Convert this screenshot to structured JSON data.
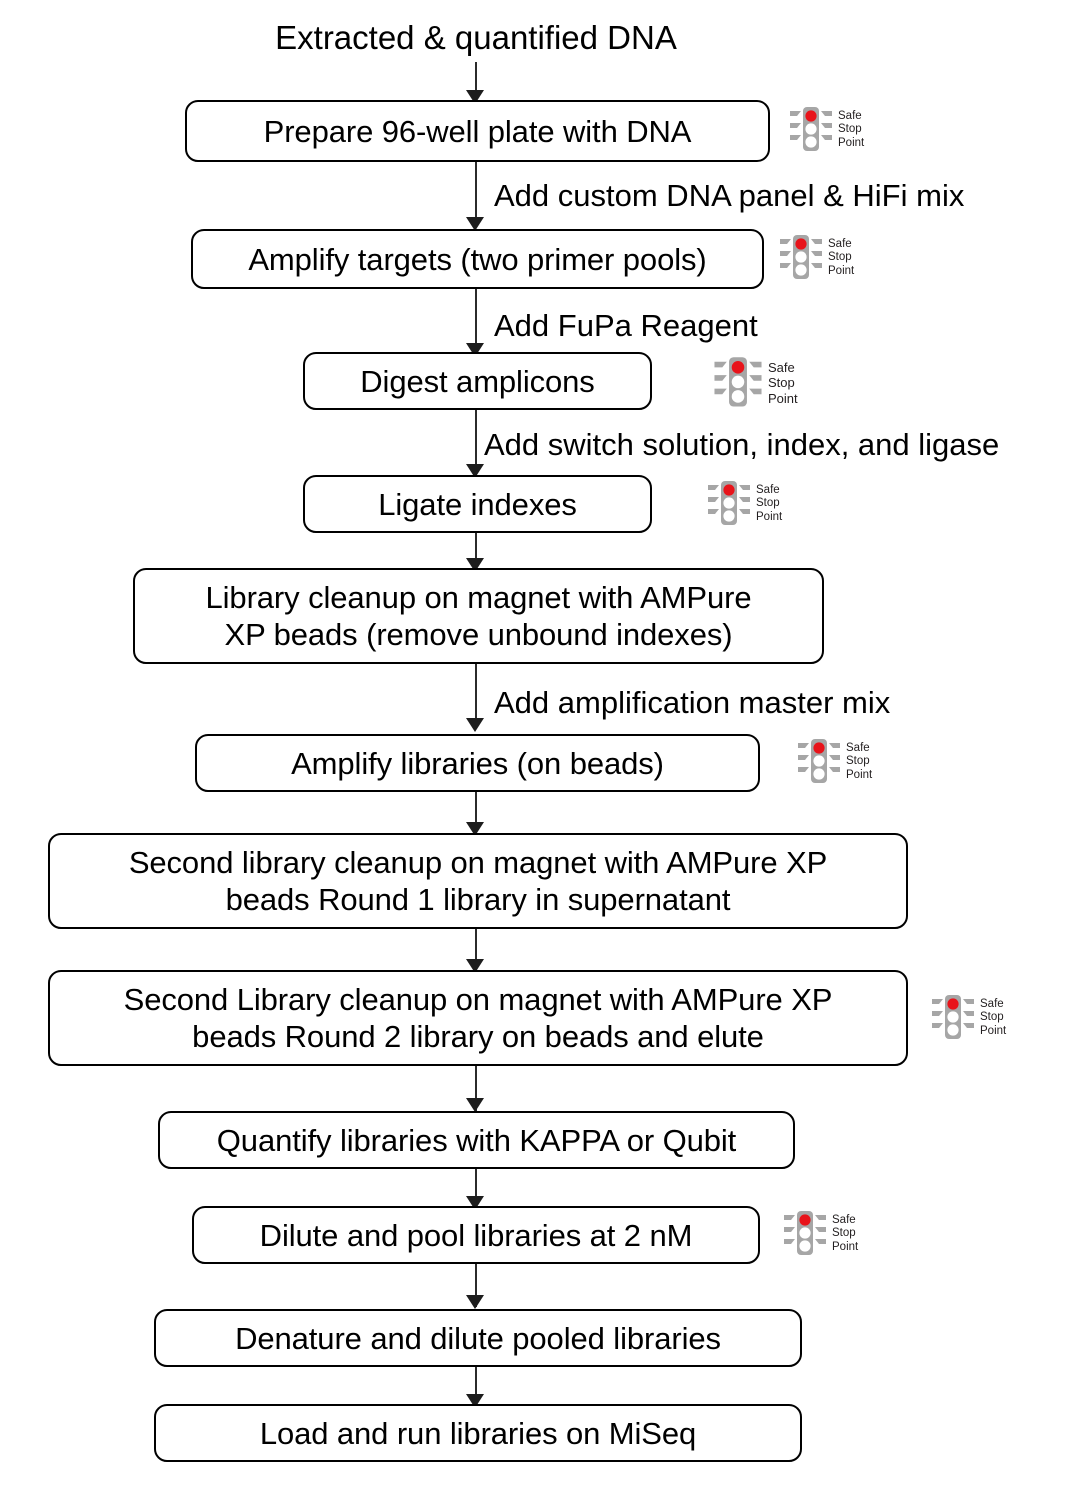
{
  "diagram": {
    "title": "Extracted & quantified DNA",
    "type": "flowchart",
    "orientation": "top-to-bottom",
    "colors": {
      "box_border": "#000000",
      "box_fill": "#ffffff",
      "connector": "#2b2b2b",
      "text": "#000000",
      "traffic_light_housing": "#a6a6a6",
      "traffic_light_red": "#e8131a",
      "traffic_light_off": "#ffffff",
      "caption_text": "#231f20"
    },
    "start_label": "Extracted & quantified DNA",
    "nodes": [
      {
        "id": "n1",
        "label": "Prepare 96-well plate with DNA",
        "safe_stop": true
      },
      {
        "id": "n2",
        "label": "Amplify targets (two primer pools)",
        "safe_stop": true
      },
      {
        "id": "n3",
        "label": "Digest amplicons",
        "safe_stop": true
      },
      {
        "id": "n4",
        "label": "Ligate indexes",
        "safe_stop": true
      },
      {
        "id": "n5",
        "label": "Library cleanup on magnet with AMPure XP beads (remove unbound indexes)",
        "safe_stop": false
      },
      {
        "id": "n6",
        "label": "Amplify libraries (on beads)",
        "safe_stop": true
      },
      {
        "id": "n7",
        "label": "Second library cleanup on magnet with AMPure XP beads Round 1 library in supernatant",
        "safe_stop": false
      },
      {
        "id": "n8",
        "label": "Second Library cleanup on magnet with AMPure XP beads Round 2 library on beads and elute",
        "safe_stop": true
      },
      {
        "id": "n9",
        "label": "Quantify libraries with KAPPA or Qubit",
        "safe_stop": false
      },
      {
        "id": "n10",
        "label": "Dilute and pool libraries at 2 nM",
        "safe_stop": true
      },
      {
        "id": "n11",
        "label": "Denature and dilute pooled libraries",
        "safe_stop": false
      },
      {
        "id": "n12",
        "label": "Load and run libraries on MiSeq",
        "safe_stop": false
      }
    ],
    "node_lines": {
      "n5": [
        "Library cleanup on magnet with AMPure",
        "XP beads (remove unbound indexes)"
      ],
      "n7": [
        "Second library cleanup on magnet with AMPure XP",
        "beads Round 1 library in supernatant"
      ],
      "n8": [
        "Second Library cleanup on magnet with AMPure XP",
        "beads Round 2 library on beads and elute"
      ]
    },
    "edge_labels": [
      {
        "from": "n1",
        "to": "n2",
        "label": "Add custom DNA panel & HiFi mix"
      },
      {
        "from": "n2",
        "to": "n3",
        "label": "Add FuPa Reagent"
      },
      {
        "from": "n3",
        "to": "n4",
        "label": "Add switch solution, index, and ligase"
      },
      {
        "from": "n5",
        "to": "n6",
        "label": "Add amplification master mix"
      }
    ],
    "stop_marker": {
      "icon": "traffic-light-icon",
      "lines": [
        "Safe",
        "Stop",
        "Point"
      ],
      "line1": "Safe",
      "line2": "Stop",
      "line3": "Point"
    }
  }
}
